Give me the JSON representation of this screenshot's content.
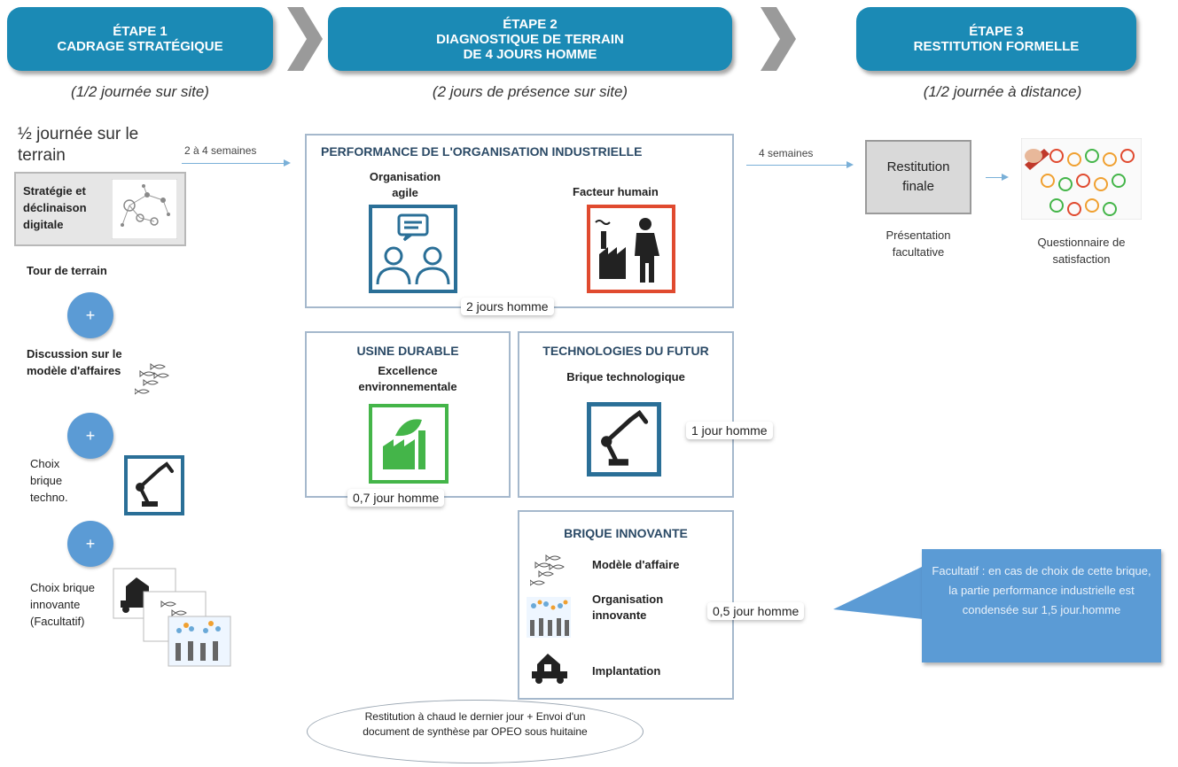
{
  "steps": [
    {
      "label": "ÉTAPE 1",
      "title": "CADRAGE STRATÉGIQUE",
      "title2": "",
      "subtitle": "(1/2 journée sur site)"
    },
    {
      "label": "ÉTAPE 2",
      "title": "DIAGNOSTIQUE DE TERRAIN",
      "title2": "DE 4 JOURS HOMME",
      "subtitle": "(2 jours de présence sur site)"
    },
    {
      "label": "ÉTAPE 3",
      "title": "RESTITUTION FORMELLE",
      "title2": "",
      "subtitle": "(1/2 journée à distance)"
    }
  ],
  "left": {
    "heading": "½ journée sur le terrain",
    "strategy": "Stratégie et déclinaison digitale",
    "tour": "Tour de terrain",
    "discussion": "Discussion sur le modèle d'affaires",
    "choix_techno": "Choix brique techno.",
    "choix_innovante": "Choix brique innovante (Facultatif)",
    "plus": "+"
  },
  "arrows": {
    "a1": "2 à 4 semaines",
    "a2": "4 semaines"
  },
  "performance": {
    "title": "PERFORMANCE DE L'ORGANISATION INDUSTRIELLE",
    "org": "Organisation agile",
    "facteur": "Facteur humain",
    "duration": "2 jours homme"
  },
  "usine": {
    "title": "USINE DURABLE",
    "sub": "Excellence environnementale",
    "duration": "0,7 jour homme"
  },
  "techno": {
    "title": "TECHNOLOGIES DU FUTUR",
    "sub": "Brique technologique",
    "duration": "1 jour homme"
  },
  "innovante": {
    "title": "BRIQUE INNOVANTE",
    "items": [
      "Modèle d'affaire",
      "Organisation innovante",
      "Implantation"
    ],
    "duration": "0,5 jour homme"
  },
  "callout": "Facultatif : en cas de choix de cette brique, la partie performance industrielle est condensée sur 1,5 jour.homme",
  "restitution": {
    "box": "Restitution finale",
    "box_caption": "Présentation facultative",
    "questionnaire": "Questionnaire de satisfaction"
  },
  "ellipse": "Restitution à chaud le dernier jour + Envoi d'un document de synthèse par OPEO sous huitaine",
  "colors": {
    "step_bg": "#1b8ab5",
    "box_border": "#a5b8cc",
    "icon_blue": "#2a6f97",
    "icon_red": "#e04a2f",
    "icon_green": "#44b549",
    "callout": "#5b9bd5"
  }
}
